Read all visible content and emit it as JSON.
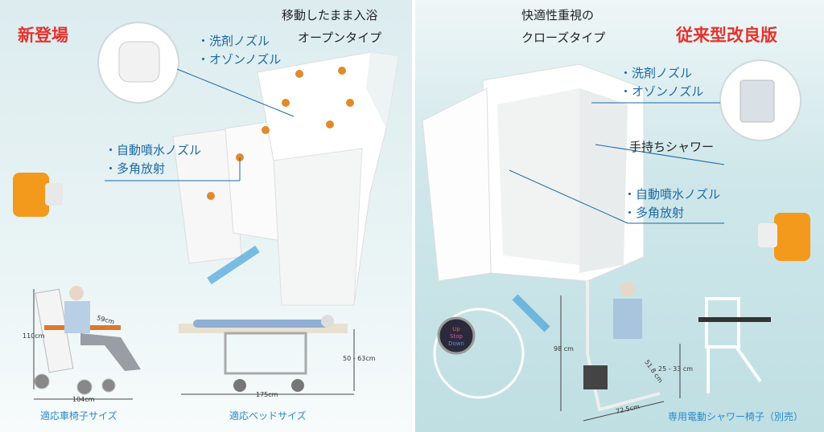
{
  "left": {
    "badge": "新登場",
    "title_line1": "移動したまま入浴",
    "title_line2": "オープンタイプ",
    "nozzle_top": [
      "・洗剤ノズル",
      "・オゾンノズル"
    ],
    "nozzle_mid": [
      "・自動噴水ノズル",
      "・多角放射"
    ],
    "wheelchair": {
      "caption": "適応車椅子サイズ",
      "height": "110cm",
      "width": "59cm",
      "length": "104cm"
    },
    "bed": {
      "caption": "適応ベッドサイズ",
      "length": "175cm",
      "height": "50 - 63cm"
    }
  },
  "right": {
    "badge": "従来型改良版",
    "title_line1": "快適性重視の",
    "title_line2": "クローズタイプ",
    "nozzle_top": [
      "・洗剤ノズル",
      "・オゾンノズル"
    ],
    "shower": "手持ちシャワー",
    "nozzle_mid": [
      "・自動噴水ノズル",
      "・多角放射"
    ],
    "control_button": [
      "Up",
      "Stop",
      "Down"
    ],
    "chair": {
      "caption": "専用電動シャワー椅子（別売）",
      "height": "98 cm",
      "depth": "51.8 cm",
      "length": "72.5cm",
      "seat_height": "25 - 33 cm"
    }
  },
  "colors": {
    "accent_red": "#e6322d",
    "accent_blue": "#1c6aa6",
    "caption_blue": "#2a8ad0"
  }
}
